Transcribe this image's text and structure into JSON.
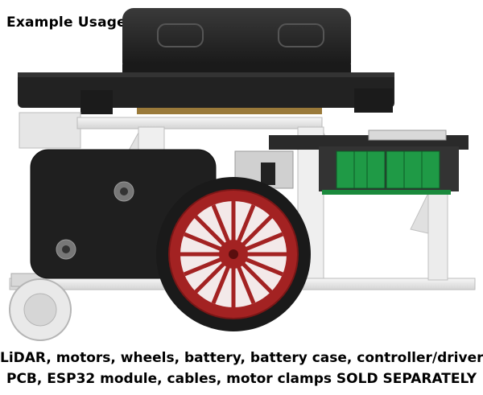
{
  "title": "Example Usage",
  "caption": {
    "line1": "LiDAR, motors, wheels, battery, battery case, controller/driver",
    "line2": "PCB, ESP32 module, cables, motor clamps SOLD SEPARATELY"
  },
  "colors": {
    "frame": "#ececec",
    "frame_shade": "#c8c8c8",
    "lidar": "#232323",
    "wheel": "#a32222",
    "tire": "#1a1a1a",
    "pcb": "#2b2b2b",
    "terminal": "#1f9a46"
  }
}
